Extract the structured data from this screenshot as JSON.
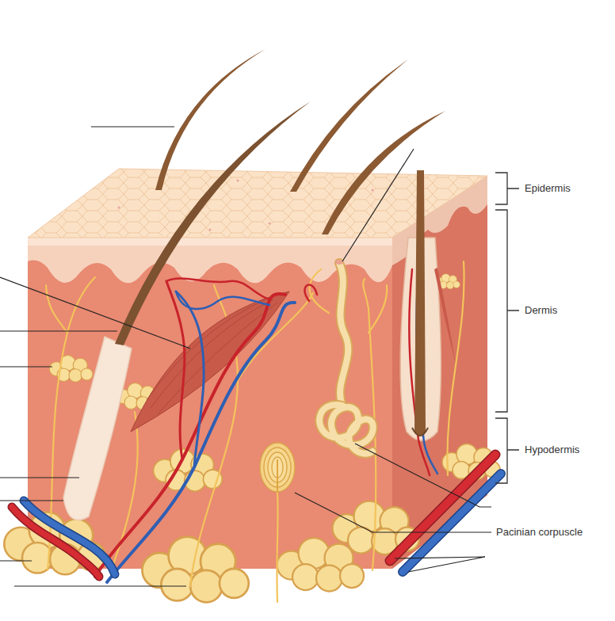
{
  "diagram": {
    "labels": [
      "Epidermis",
      "Dermis",
      "Hypodermis",
      "Pacinian corpuscle"
    ]
  }
}
